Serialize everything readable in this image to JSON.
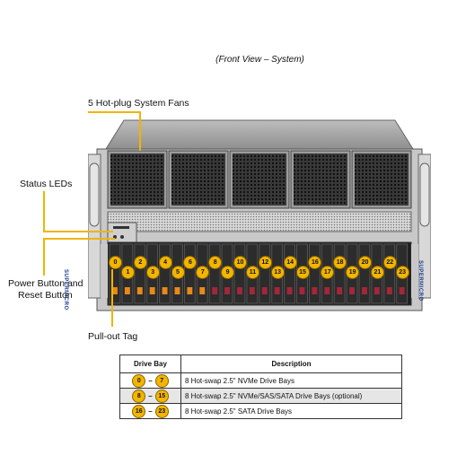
{
  "caption": "(Front View – System)",
  "callouts": {
    "fans": "5 Hot-plug System Fans",
    "leds": "Status LEDs",
    "power_line1": "Power Button and",
    "power_line2": "Reset Button",
    "tag": "Pull-out Tag"
  },
  "brand": "SUPERMICRO",
  "bay_numbers": {
    "top_row": [
      "0",
      "2",
      "4",
      "6",
      "8",
      "10",
      "12",
      "14",
      "16",
      "18",
      "20",
      "22"
    ],
    "bottom_row": [
      "1",
      "3",
      "5",
      "7",
      "9",
      "11",
      "13",
      "15",
      "17",
      "19",
      "21",
      "23"
    ]
  },
  "legend": {
    "headers": [
      "Drive Bay",
      "Description"
    ],
    "rows": [
      {
        "from": "0",
        "to": "7",
        "description": "8 Hot-swap 2.5\" NVMe Drive Bays"
      },
      {
        "from": "8",
        "to": "15",
        "description": "8 Hot-swap 2.5\" NVMe/SAS/SATA Drive Bays (optional)"
      },
      {
        "from": "16",
        "to": "23",
        "description": "8 Hot-swap 2.5\" SATA Drive Bays"
      }
    ]
  },
  "colors": {
    "callout_line": "#f0b400",
    "badge": "#f2b500",
    "nvme_tab": "#e8891a",
    "sata_tab": "#a3263a"
  }
}
